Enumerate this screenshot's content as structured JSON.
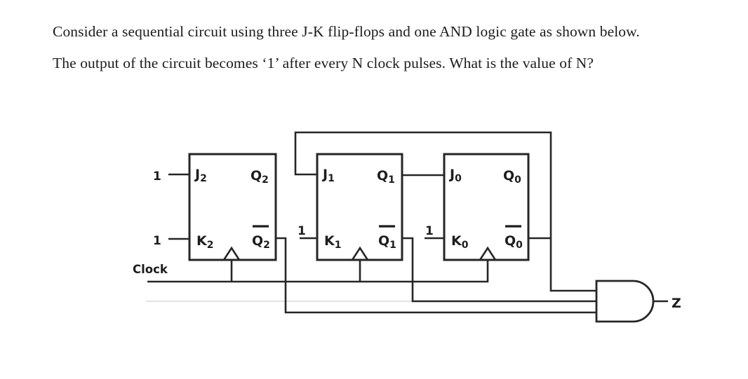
{
  "question": {
    "line1": "Consider a sequential circuit using three J-K flip-flops and one AND logic gate as shown below.",
    "line2": "The output of the circuit becomes ‘1’ after every N clock pulses. What is the value of N?"
  },
  "labels": {
    "clock": "Clock",
    "output": "Z"
  },
  "constants": {
    "j2": "1",
    "k2": "1",
    "k1": "1",
    "k0": "1"
  },
  "flipflops": [
    {
      "id": "ff2",
      "j": {
        "main": "J",
        "sub": "2"
      },
      "k": {
        "main": "K",
        "sub": "2"
      },
      "q": {
        "main": "Q",
        "sub": "2"
      },
      "qbar": {
        "main": "Q",
        "sub": "2",
        "overbar": true
      }
    },
    {
      "id": "ff1",
      "j": {
        "main": "J",
        "sub": "1"
      },
      "k": {
        "main": "K",
        "sub": "1"
      },
      "q": {
        "main": "Q",
        "sub": "1"
      },
      "qbar": {
        "main": "Q",
        "sub": "1",
        "overbar": true
      }
    },
    {
      "id": "ff0",
      "j": {
        "main": "J",
        "sub": "0"
      },
      "k": {
        "main": "K",
        "sub": "0"
      },
      "q": {
        "main": "Q",
        "sub": "0"
      },
      "qbar": {
        "main": "Q",
        "sub": "0",
        "overbar": true
      }
    }
  ],
  "gate": {
    "type": "AND",
    "inputs": 3
  }
}
